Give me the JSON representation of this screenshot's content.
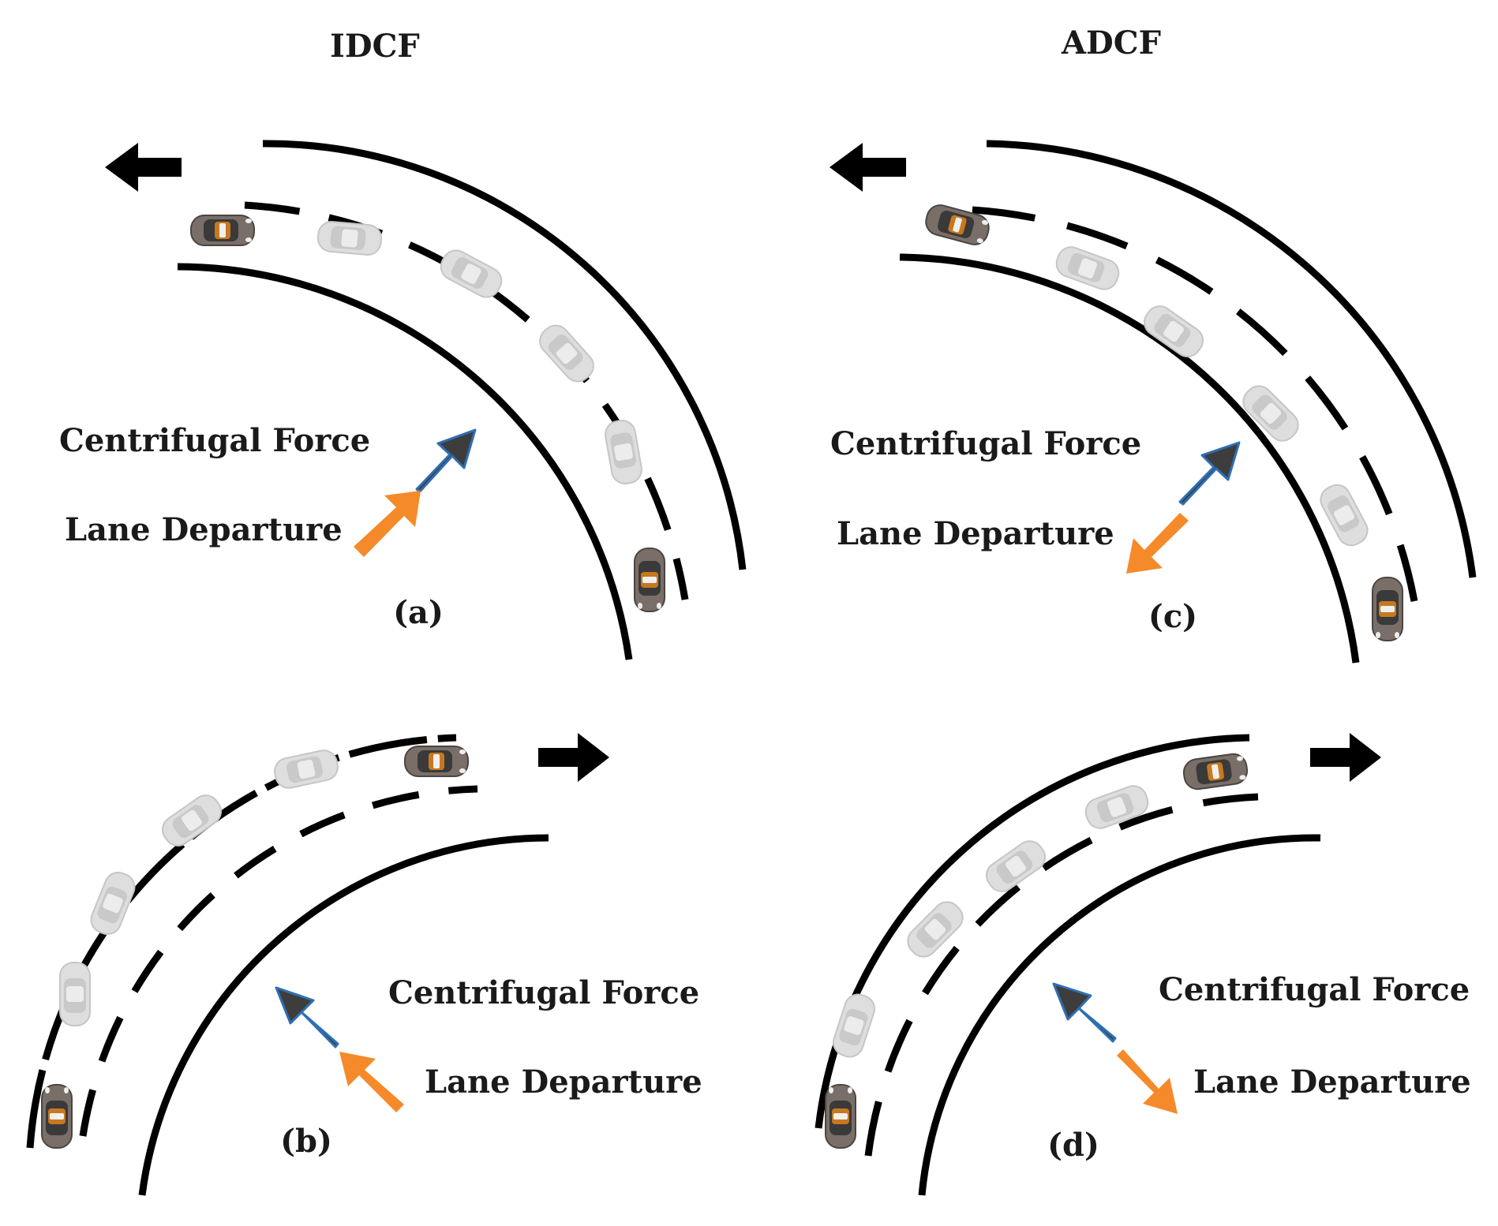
{
  "columns": [
    {
      "id": "idcf",
      "title": "IDCF"
    },
    {
      "id": "adcf",
      "title": "ADCF"
    }
  ],
  "panels": [
    {
      "id": "a",
      "label": "(a)",
      "centrifugal_label": "Centrifugal Force",
      "departure_label": "Lane Departure",
      "direction_arrow": "left-arrow",
      "centrifugal_arrow_direction": "up-right",
      "departure_arrow_direction": "up-right"
    },
    {
      "id": "b",
      "label": "(b)",
      "centrifugal_label": "Centrifugal Force",
      "departure_label": "Lane Departure",
      "direction_arrow": "right-arrow",
      "centrifugal_arrow_direction": "up-left",
      "departure_arrow_direction": "up-left"
    },
    {
      "id": "c",
      "label": "(c)",
      "centrifugal_label": "Centrifugal Force",
      "departure_label": "Lane Departure",
      "direction_arrow": "left-arrow",
      "centrifugal_arrow_direction": "up-right",
      "departure_arrow_direction": "down-left"
    },
    {
      "id": "d",
      "label": "(d)",
      "centrifugal_label": "Centrifugal Force",
      "departure_label": "Lane Departure",
      "direction_arrow": "right-arrow",
      "centrifugal_arrow_direction": "up-left",
      "departure_arrow_direction": "down-right"
    }
  ],
  "colors": {
    "road_line": "#000000",
    "centrifugal_arrow": "#3d3d3d",
    "centrifugal_arrow_outline": "#2f6fb3",
    "departure_arrow": "#f58a2a",
    "car_body": "#7a6f68",
    "car_window": "#3a3a3a",
    "car_interior": "#c8781e",
    "ghost_car": "#dcdcdc"
  }
}
